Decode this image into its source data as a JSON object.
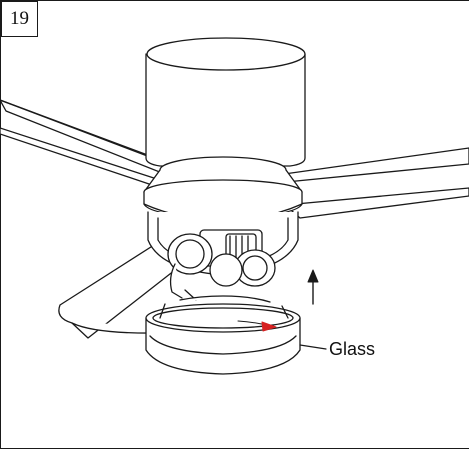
{
  "step_number": "19",
  "callout": {
    "label": "Glass"
  },
  "colors": {
    "line": "#1a1a1a",
    "accent_arrow": "#d62020",
    "background": "#ffffff"
  },
  "icons": {
    "direction_arrow": "up-arrow",
    "rotation_arrow": "red-rotation-arrow"
  }
}
